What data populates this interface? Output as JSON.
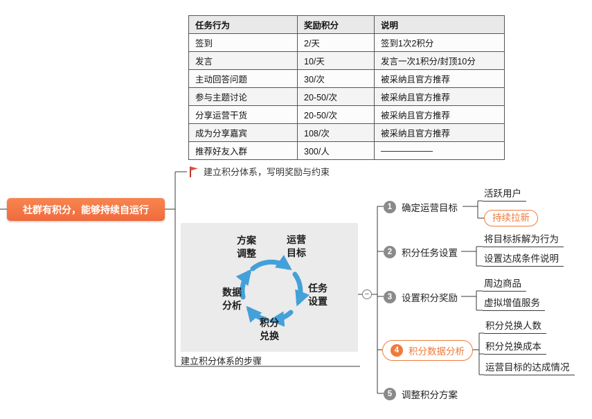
{
  "table": {
    "headers": [
      "任务行为",
      "奖励积分",
      "说明"
    ],
    "rows": [
      [
        "签到",
        "2/天",
        "签到1次2积分"
      ],
      [
        "发言",
        "10/天",
        "发言一次1积分/封顶10分"
      ],
      [
        "主动回答问题",
        "30/次",
        "被采纳且官方推荐"
      ],
      [
        "参与主题讨论",
        "20-50/次",
        "被采纳且官方推荐"
      ],
      [
        "分享运营干货",
        "20-50/次",
        "被采纳且官方推荐"
      ],
      [
        "成为分享嘉宾",
        "108/次",
        "被采纳且官方推荐"
      ],
      [
        "推荐好友入群",
        "300/人",
        "——————"
      ]
    ]
  },
  "flag_note": {
    "icon": "red-flag",
    "text": "建立积分体系，写明奖励与约束"
  },
  "root": {
    "label": "社群有积分，能够持续自运行"
  },
  "cycle": {
    "caption": "建立积分体系的步骤",
    "nodes": [
      {
        "line1": "方案",
        "line2": "调整"
      },
      {
        "line1": "运营",
        "line2": "目标"
      },
      {
        "line1": "任务",
        "line2": "设置"
      },
      {
        "line1": "积分",
        "line2": "兑换"
      },
      {
        "line1": "数据",
        "line2": "分析"
      }
    ]
  },
  "steps": [
    {
      "num": "1",
      "label": "确定运营目标",
      "highlight": false,
      "children": [
        {
          "label": "活跃用户",
          "highlight": false
        },
        {
          "label": "持续拉新",
          "highlight": true
        }
      ]
    },
    {
      "num": "2",
      "label": "积分任务设置",
      "highlight": false,
      "children": [
        {
          "label": "将目标拆解为行为",
          "highlight": false
        },
        {
          "label": "设置达成条件说明",
          "highlight": false
        }
      ]
    },
    {
      "num": "3",
      "label": "设置积分奖励",
      "highlight": false,
      "children": [
        {
          "label": "周边商品",
          "highlight": false
        },
        {
          "label": "虚拟增值服务",
          "highlight": false
        }
      ]
    },
    {
      "num": "4",
      "label": "积分数据分析",
      "highlight": true,
      "children": [
        {
          "label": "积分兑换人数",
          "highlight": false
        },
        {
          "label": "积分兑换成本",
          "highlight": false
        },
        {
          "label": "运营目标的达成情况",
          "highlight": false
        }
      ]
    },
    {
      "num": "5",
      "label": "调整积分方案",
      "highlight": false,
      "children": []
    }
  ],
  "icons": {
    "collapse_glyph": "−"
  },
  "colors": {
    "accent": "#ef7a39",
    "node_fill": "#f4764a",
    "arrow_blue": "#44a0d9",
    "box_fill": "#ebebeb",
    "line": "#3a3a3a"
  }
}
